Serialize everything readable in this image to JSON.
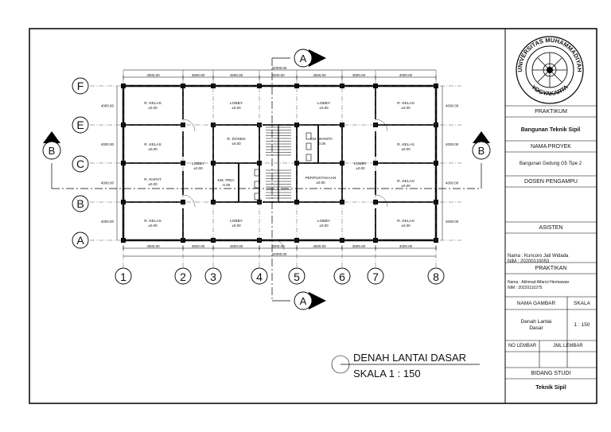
{
  "drawing": {
    "title": "DENAH LANTAI DASAR",
    "scale_text": "SKALA 1 : 150",
    "grid_rows": [
      "F",
      "E",
      "C",
      "B",
      "A"
    ],
    "grid_cols": [
      "1",
      "2",
      "3",
      "4",
      "5",
      "6",
      "7",
      "8"
    ],
    "section_A": "A",
    "section_B": "B",
    "dims_top": [
      "4000.00",
      "3500.00",
      "4500.00",
      "4000.00",
      "4500.00",
      "3500.00",
      "4000.00"
    ],
    "dims_bottom": [
      "4000.00",
      "3500.00",
      "4500.00",
      "4000.00",
      "4500.00",
      "3500.00",
      "4000.00"
    ],
    "overall_dim": "32000.00",
    "dims_left": [
      "4000.00",
      "4000.00",
      "4000.00",
      "4000.00"
    ],
    "dims_right": [
      "4000.00",
      "4000.00",
      "4000.00",
      "4000.00"
    ],
    "rooms": [
      {
        "name": "R. KELAS",
        "elev": "±0.00"
      },
      {
        "name": "LOBBY",
        "elev": "±0.00"
      },
      {
        "name": "LOBBY",
        "elev": "±0.00"
      },
      {
        "name": "R. KELAS",
        "elev": "±0.00"
      },
      {
        "name": "R. KELAS",
        "elev": "±0.00"
      },
      {
        "name": "R. DOSEN",
        "elev": "±0.00"
      },
      {
        "name": "KM. WANITA",
        "elev": "-0.05"
      },
      {
        "name": "R. KELAS",
        "elev": "±0.00"
      },
      {
        "name": "LOBBY",
        "elev": "±0.00"
      },
      {
        "name": "LOBBY",
        "elev": "±0.00"
      },
      {
        "name": "R. RAPAT",
        "elev": "±0.00"
      },
      {
        "name": "KM. PRIA",
        "elev": "-0.05"
      },
      {
        "name": "PERPUSTAKAAN",
        "elev": "±0.00"
      },
      {
        "name": "R. KELAS",
        "elev": "±0.00"
      },
      {
        "name": "R. KELAS",
        "elev": "±0.00"
      },
      {
        "name": "LOBBY",
        "elev": "±0.00"
      },
      {
        "name": "LOBBY",
        "elev": "±0.00"
      },
      {
        "name": "R. KELAS",
        "elev": "±0.00"
      }
    ]
  },
  "title_block": {
    "logo_text_top": "UNIVERSITAS MUHAMMADIYAH",
    "logo_text_bottom": "YOGYAKARTA",
    "praktikum_label": "PRAKTIKUM",
    "praktikum_value": "Bangunan Teknik Sipil",
    "nama_proyek_label": "NAMA PROYEK",
    "nama_proyek_value": "Bangunan Gedung G5 Tipe 2",
    "dosen_label": "DOSEN PENGAMPU",
    "asisten_label": "ASISTEN",
    "asisten_nama": "Nama : Kuncoro Jati Widada",
    "asisten_nim": "NIM    : 20200110053",
    "praktikan_label": "PRAKTIKAN",
    "praktikan_nama": "Nama : Akhmad Alfarizi Hermawan",
    "praktikan_nim": "NIM    : 20220110275",
    "nama_gambar_label": "NAMA GAMBAR",
    "skala_label": "SKALA",
    "nama_gambar_value": "Denah Lantai Dasar",
    "skala_value": "1 : 150",
    "no_lembar_label": "NO LEMBAR",
    "jml_lembar_label": "JML LEMBAR",
    "bidang_studi_label": "BIDANG STUDI",
    "bidang_studi_value": "Teknik Sipil"
  }
}
